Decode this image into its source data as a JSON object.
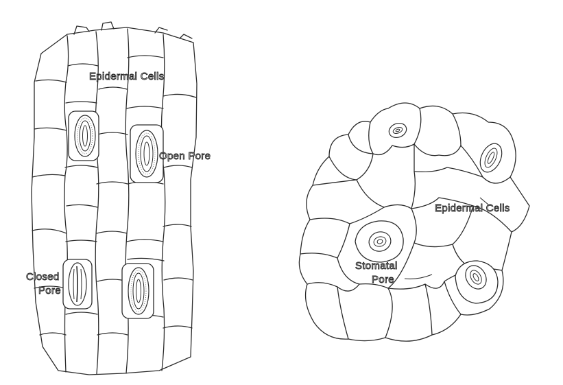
{
  "colors": {
    "line": "#2a2a2a",
    "paper": "#ffffff"
  },
  "left_diagram": {
    "epidermal_label": "Epidermal Cells",
    "open_pore_label": "Open Pore",
    "closed_pore_line1": "Closed",
    "closed_pore_line2": "Pore"
  },
  "right_diagram": {
    "epidermal_label": "Epidermal Cells",
    "stomatal_line1": "Stomatal",
    "stomatal_line2": "Pore"
  }
}
